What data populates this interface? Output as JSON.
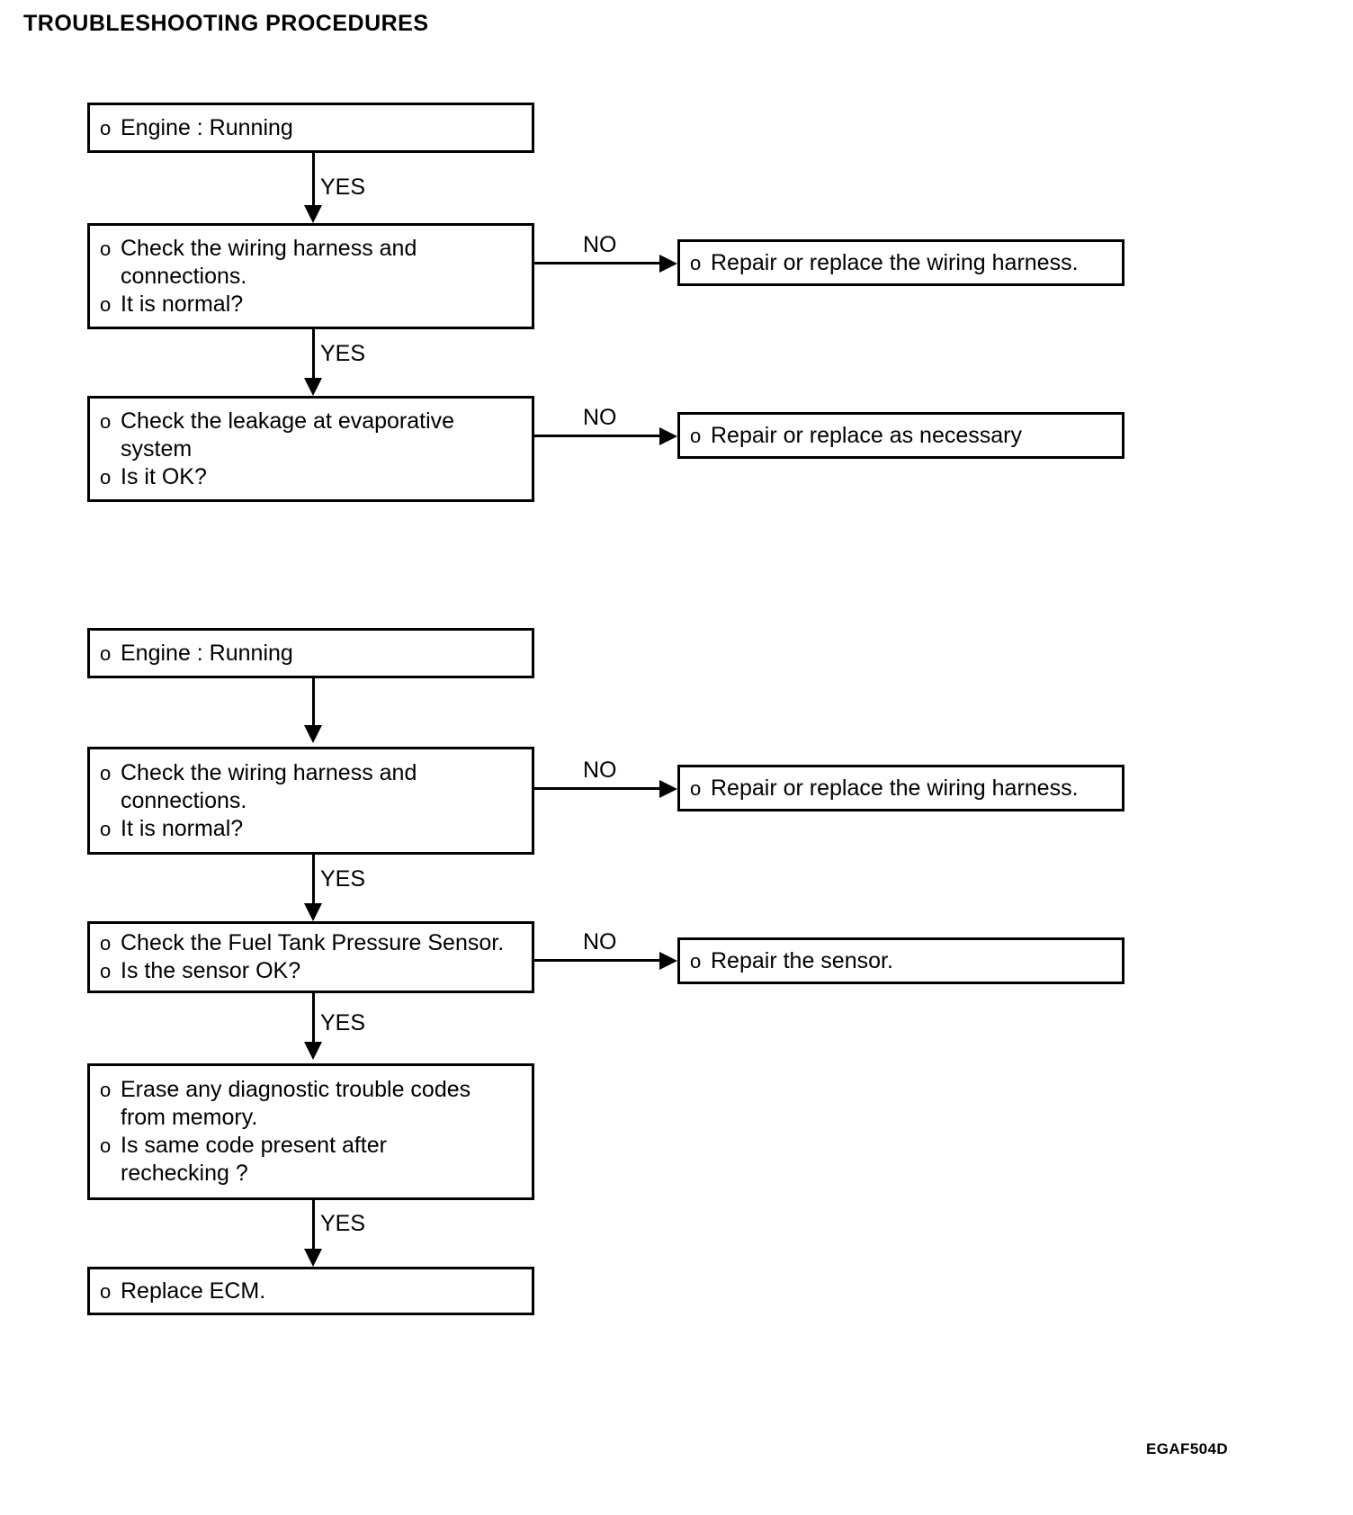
{
  "page": {
    "title": "TROUBLESHOOTING PROCEDURES",
    "doc_code": "EGAF504D",
    "bullet_marker": "o",
    "ink_color": "#000000",
    "background_color": "#ffffff"
  },
  "flowcharts": [
    {
      "id": "evaporative-leak-check",
      "nodes": [
        {
          "id": "chart1-engine-running",
          "lines": [
            "Engine : Running"
          ]
        },
        {
          "id": "chart1-check-wiring",
          "lines": [
            "Check the wiring harness and",
            "connections.",
            "It is normal?"
          ]
        },
        {
          "id": "chart1-repair-wiring",
          "lines": [
            "Repair or replace the wiring harness."
          ]
        },
        {
          "id": "chart1-check-leakage",
          "lines": [
            "Check the leakage at evaporative",
            "system",
            "Is it OK?"
          ]
        },
        {
          "id": "chart1-repair-necessary",
          "lines": [
            "Repair or replace as necessary"
          ]
        }
      ],
      "edges": [
        {
          "id": "chart1-edge-1",
          "label": "YES",
          "direction": "down"
        },
        {
          "id": "chart1-edge-2",
          "label": "NO",
          "direction": "right"
        },
        {
          "id": "chart1-edge-3",
          "label": "YES",
          "direction": "down"
        },
        {
          "id": "chart1-edge-4",
          "label": "NO",
          "direction": "right"
        }
      ]
    },
    {
      "id": "fuel-tank-pressure-sensor-check",
      "nodes": [
        {
          "id": "chart2-engine-running",
          "lines": [
            "Engine : Running"
          ]
        },
        {
          "id": "chart2-check-wiring",
          "lines": [
            "Check the wiring harness and",
            "connections.",
            "It is normal?"
          ]
        },
        {
          "id": "chart2-repair-wiring",
          "lines": [
            "Repair or replace the wiring harness."
          ]
        },
        {
          "id": "chart2-check-sensor",
          "lines": [
            "Check the Fuel Tank Pressure Sensor.",
            "Is the sensor OK?"
          ]
        },
        {
          "id": "chart2-repair-sensor",
          "lines": [
            "Repair the sensor."
          ]
        },
        {
          "id": "chart2-erase-codes",
          "lines": [
            "Erase any diagnostic trouble codes",
            "from memory.",
            "Is same code present after",
            "rechecking ?"
          ]
        },
        {
          "id": "chart2-replace-ecm",
          "lines": [
            "Replace ECM."
          ]
        }
      ],
      "edges": [
        {
          "id": "chart2-edge-1",
          "label": "",
          "direction": "down"
        },
        {
          "id": "chart2-edge-2",
          "label": "NO",
          "direction": "right"
        },
        {
          "id": "chart2-edge-3",
          "label": "YES",
          "direction": "down"
        },
        {
          "id": "chart2-edge-4",
          "label": "NO",
          "direction": "right"
        },
        {
          "id": "chart2-edge-5",
          "label": "YES",
          "direction": "down"
        },
        {
          "id": "chart2-edge-6",
          "label": "YES",
          "direction": "down"
        }
      ]
    }
  ]
}
